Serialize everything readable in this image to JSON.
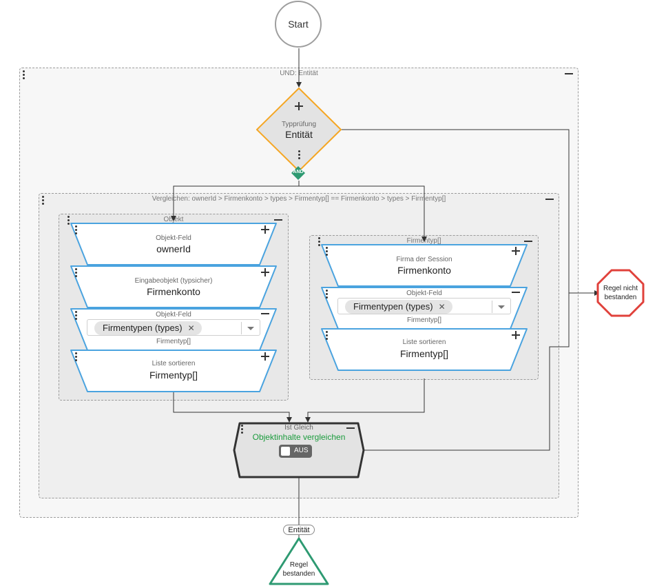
{
  "start": {
    "label": "Start"
  },
  "groups": {
    "outer": {
      "label": "UND: Entität"
    },
    "compare": {
      "label": "Vergleichen: ownerId > Firmenkonto > types > Firmentyp[] == Firmenkonto > types > Firmentyp[]"
    },
    "object": {
      "label": "Objekt"
    },
    "firmentyp": {
      "label": "Firmentyp[]"
    }
  },
  "type_check": {
    "title": "Typprüfung",
    "value": "Entität",
    "badge": "AND"
  },
  "object_nodes": [
    {
      "title": "Objekt-Feld",
      "value": "ownerId"
    },
    {
      "title": "Eingabeobjekt (typsicher)",
      "value": "Firmenkonto"
    },
    {
      "title": "Objekt-Feld",
      "selected": "Firmentypen (types)",
      "subtext": "Firmentyp[]"
    },
    {
      "title": "Liste sortieren",
      "value": "Firmentyp[]"
    }
  ],
  "firmentyp_nodes": [
    {
      "title": "Firma der Session",
      "value": "Firmenkonto"
    },
    {
      "title": "Objekt-Feld",
      "selected": "Firmentypen (types)",
      "subtext": "Firmentyp[]"
    },
    {
      "title": "Liste sortieren",
      "value": "Firmentyp[]"
    }
  ],
  "equals": {
    "title": "Ist Gleich",
    "subtitle": "Objektinhalte vergleichen",
    "toggle": "AUS"
  },
  "fail": {
    "line1": "Regel nicht",
    "line2": "bestanden"
  },
  "pass": {
    "line1": "Regel",
    "line2": "bestanden"
  },
  "edge_label": "Entität",
  "colors": {
    "accent_blue": "#4aa3df",
    "diamond_orange": "#f5a623",
    "pass_green": "#2e9a72",
    "fail_red": "#e0413b",
    "equals_green": "#1a9b3c"
  }
}
